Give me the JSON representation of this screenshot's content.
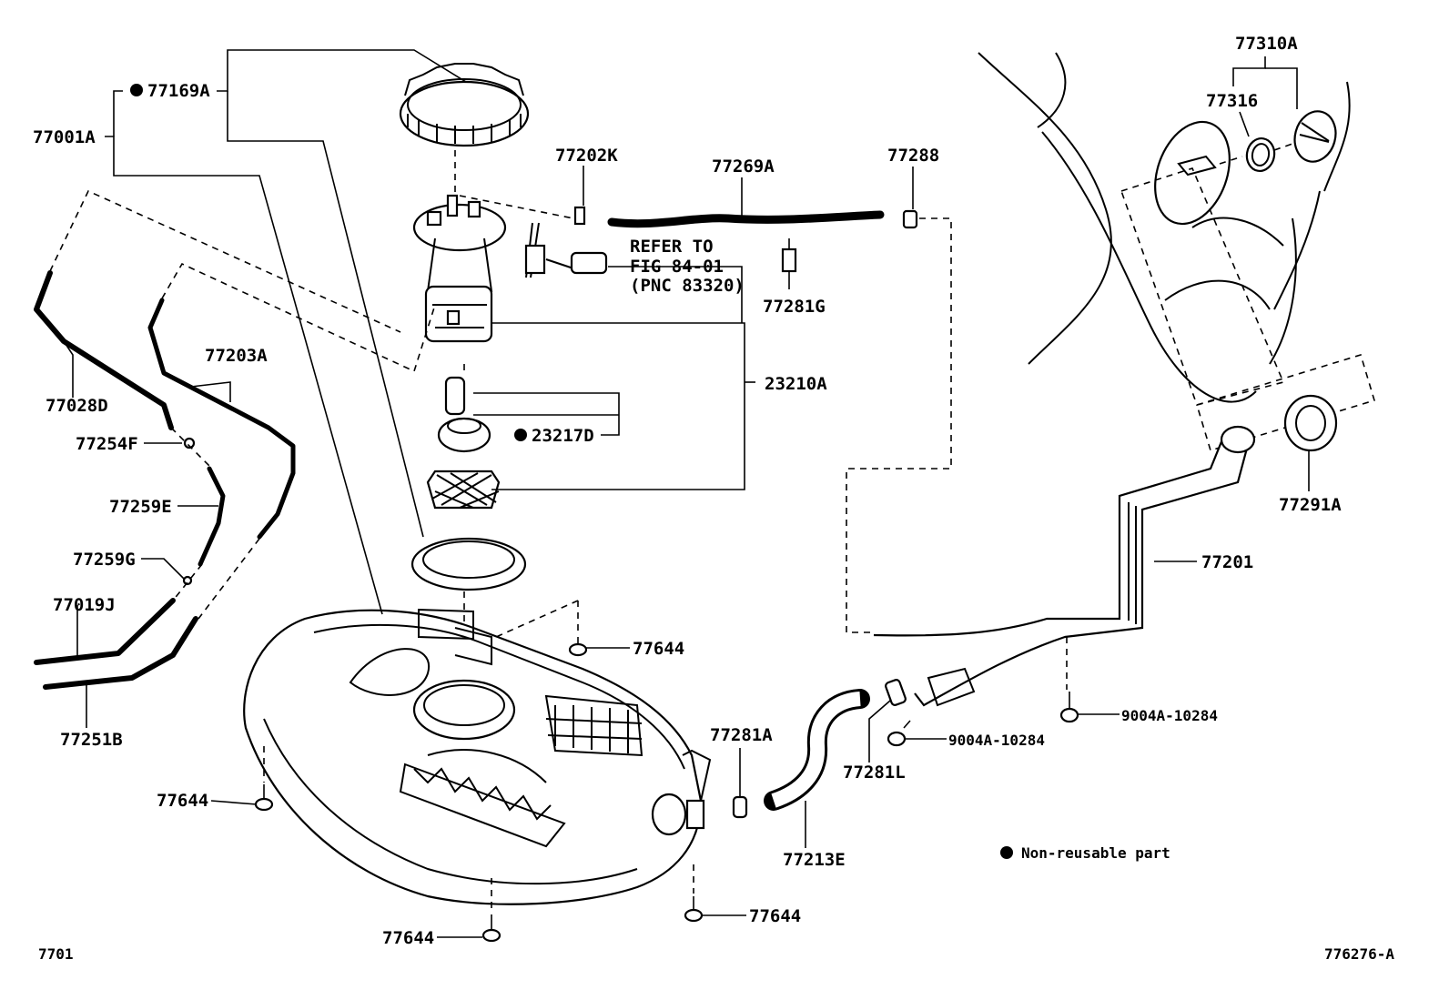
{
  "diagram": {
    "labels": {
      "p77001A": "77001A",
      "p77169A": "77169A",
      "p77202K": "77202K",
      "p77269A": "77269A",
      "p77288": "77288",
      "p77310A": "77310A",
      "p77316": "77316",
      "refer1": "REFER TO",
      "refer2": "FIG 84-01",
      "refer3": "(PNC 83320)",
      "p77281G": "77281G",
      "p77203A": "77203A",
      "p77028D": "77028D",
      "p23210A": "23210A",
      "p77254F": "77254F",
      "p23217D": "23217D",
      "p77259E": "77259E",
      "p77291A": "77291A",
      "p77259G": "77259G",
      "p77201": "77201",
      "p77019J": "77019J",
      "p77644_a": "77644",
      "p77251B": "77251B",
      "p9004A_a": "9004A-10284",
      "p77281A": "77281A",
      "p9004A_b": "9004A-10284",
      "p77281L": "77281L",
      "p77644_b": "77644",
      "p77213E": "77213E",
      "legend": "Non-reusable part",
      "p77644_c": "77644",
      "p77644_d": "77644",
      "footer_left": "7701",
      "footer_right": "776276-A"
    }
  }
}
